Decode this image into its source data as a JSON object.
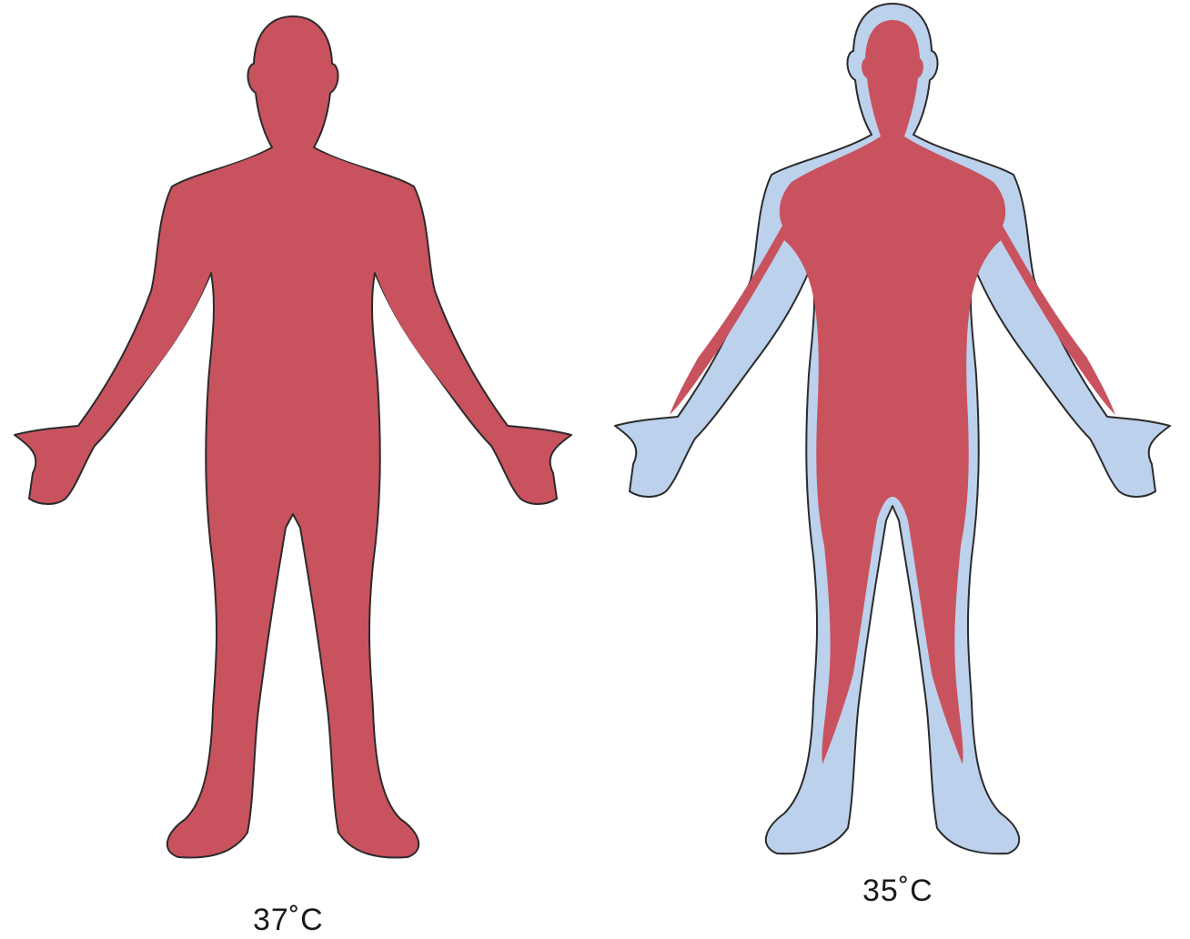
{
  "figures": [
    {
      "id": "normal-temperature-body",
      "label": "37˚C"
    },
    {
      "id": "cooled-body",
      "label": "35˚C"
    }
  ],
  "colors": {
    "core_warm": "#c9525f",
    "shell_cool": "#bcd1ec",
    "outline": "#2b2b2b"
  }
}
